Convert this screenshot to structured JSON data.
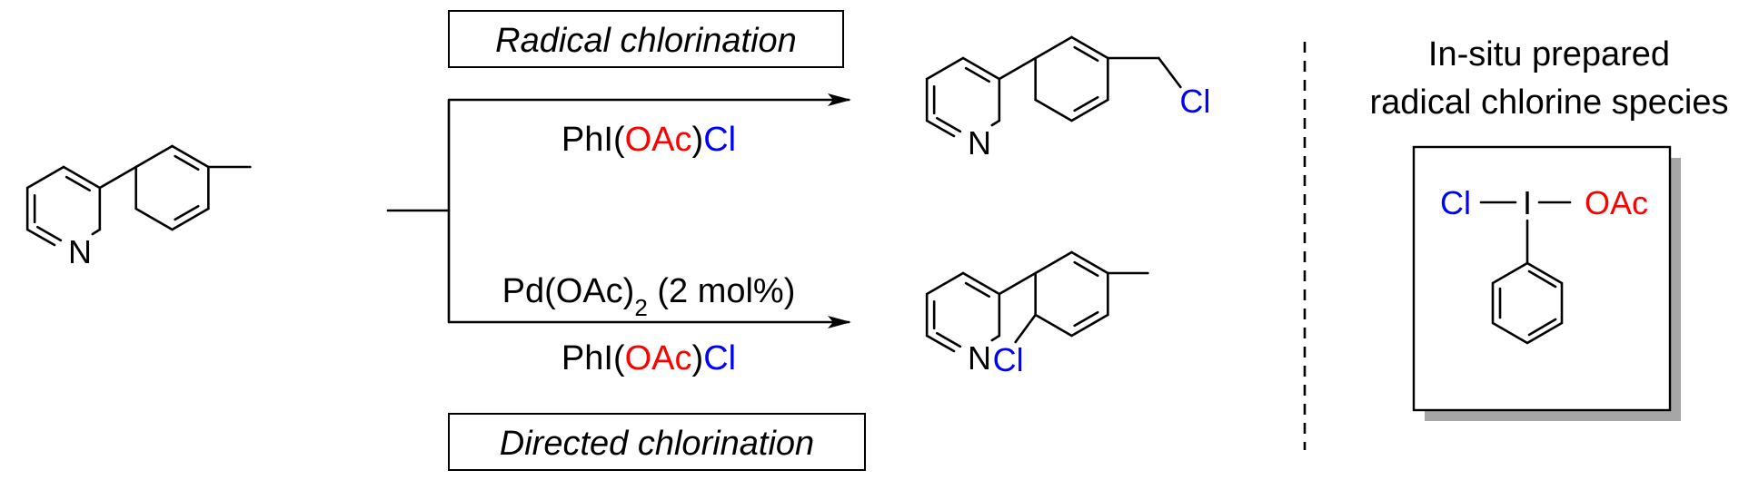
{
  "conditions": {
    "radical_title": "Radical chlorination",
    "radical_reagent": {
      "prefix": "PhI(",
      "oac": "OAc",
      "mid": ")",
      "cl": "Cl"
    },
    "directed_title": "Directed chlorination",
    "directed_catalyst": {
      "pre": "Pd(OAc)",
      "sub": "2",
      "post": " (2 mol%)"
    },
    "directed_reagent": {
      "prefix": "PhI(",
      "oac": "OAc",
      "mid": ")",
      "cl": "Cl"
    }
  },
  "atoms": {
    "start_n": "N",
    "radical_n": "N",
    "radical_cl": "Cl",
    "directed_n": "N",
    "directed_cl": "Cl"
  },
  "species": {
    "title_line1": "In-situ prepared",
    "title_line2": "radical chlorine species",
    "cl": "Cl",
    "i": "I",
    "oac": "OAc"
  },
  "colors": {
    "oxygen_red": "#ff0000",
    "chlorine_blue": "#0000ff",
    "ink": "#000000",
    "shadow": "#a6a6a6"
  }
}
